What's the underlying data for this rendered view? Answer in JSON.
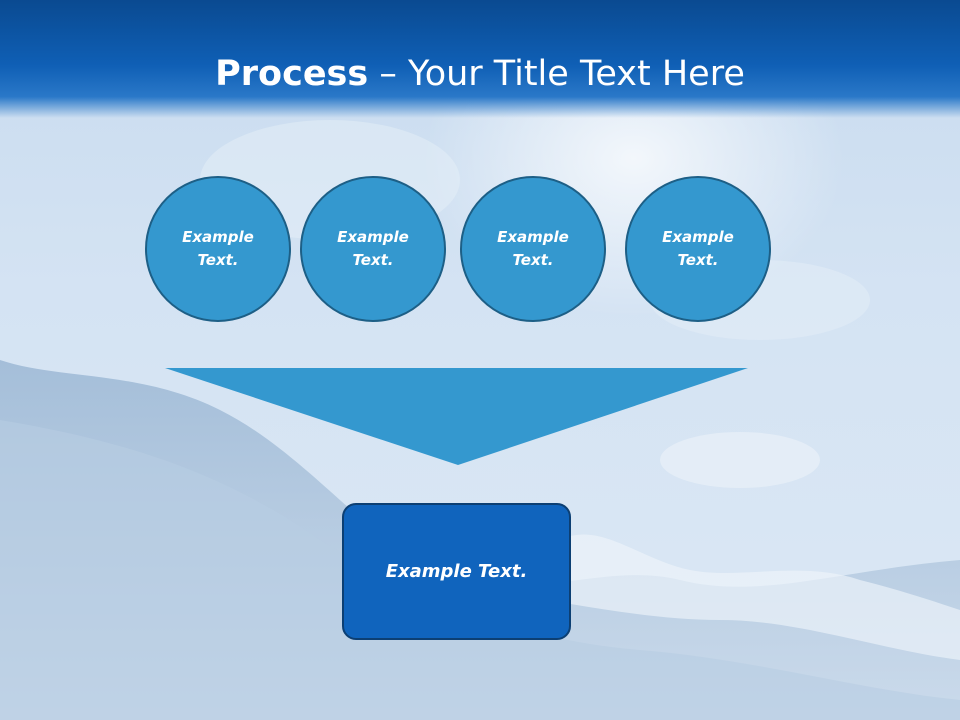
{
  "slide": {
    "title_bold": "Process",
    "title_rest": " – Your Title Text Here",
    "steps": [
      {
        "label": "Example Text."
      },
      {
        "label": "Example Text."
      },
      {
        "label": "Example Text."
      },
      {
        "label": "Example Text."
      }
    ],
    "result": {
      "label": "Example Text."
    }
  },
  "colors": {
    "title_bar": "#0f5fb5",
    "circle_fill": "#3498cf",
    "circle_border": "#1d5f86",
    "funnel_fill": "#3498cf",
    "result_fill": "#1064bd"
  }
}
